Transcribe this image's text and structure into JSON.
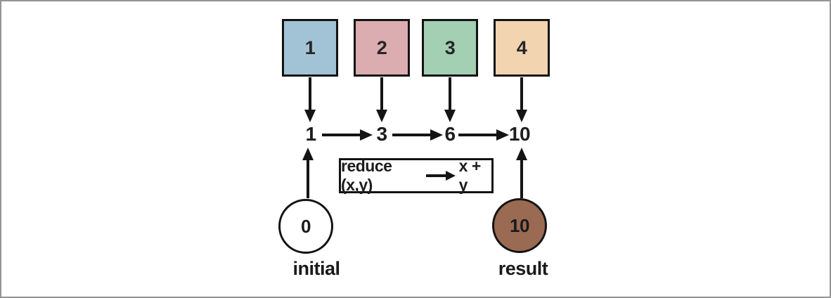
{
  "diagram": {
    "description": "reduce operation flow",
    "input_boxes": [
      {
        "label": "1",
        "color": "#a2c3d6"
      },
      {
        "label": "2",
        "color": "#dbacb0"
      },
      {
        "label": "3",
        "color": "#a3cfb2"
      },
      {
        "label": "4",
        "color": "#f2d4b0"
      }
    ],
    "accumulator_steps": [
      "1",
      "3",
      "6",
      "10"
    ],
    "operation": {
      "prefix": "reduce (x,y)",
      "suffix": "x + y"
    },
    "initial": {
      "value": "0",
      "caption": "initial",
      "color": "#ffffff"
    },
    "result": {
      "value": "10",
      "caption": "result",
      "color": "#9a6a52"
    },
    "colors": {
      "ink": "#141414",
      "frame_border": "#949494",
      "background": "#ffffff"
    }
  }
}
